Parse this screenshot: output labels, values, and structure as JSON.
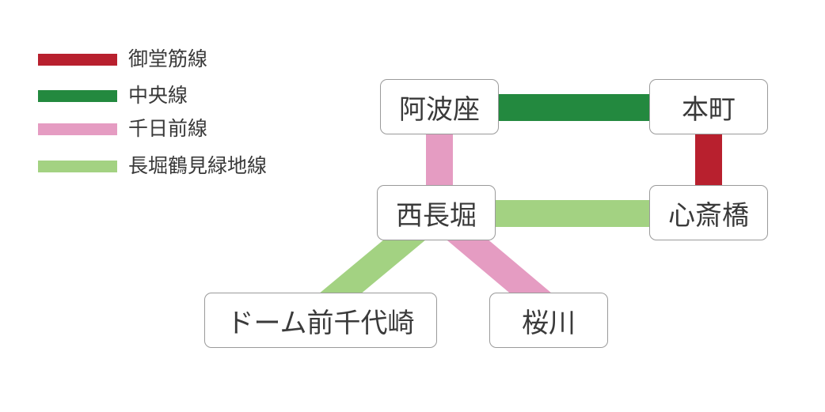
{
  "colors": {
    "midosuji": "#b8202e",
    "chuo": "#23893f",
    "sennichimae": "#e59cc2",
    "nagahori": "#a3d282",
    "station_border": "#9a9a9a",
    "text": "#3a3a3a"
  },
  "legend": [
    {
      "id": "midosuji",
      "label": "御堂筋線"
    },
    {
      "id": "chuo",
      "label": "中央線"
    },
    {
      "id": "sennichimae",
      "label": "千日前線"
    },
    {
      "id": "nagahori",
      "label": "長堀鶴見緑地線"
    }
  ],
  "stations": {
    "awaza": "阿波座",
    "hommachi": "本町",
    "nishinagahori": "西長堀",
    "shinsaibashi": "心斎橋",
    "dome": "ドーム前千代崎",
    "sakuragawa": "桜川"
  },
  "connections": [
    {
      "line": "chuo",
      "from": "awaza",
      "to": "hommachi"
    },
    {
      "line": "midosuji",
      "from": "hommachi",
      "to": "shinsaibashi"
    },
    {
      "line": "sennichimae",
      "from": "awaza",
      "to": "nishinagahori"
    },
    {
      "line": "nagahori",
      "from": "nishinagahori",
      "to": "shinsaibashi"
    },
    {
      "line": "nagahori",
      "from": "nishinagahori",
      "to": "dome"
    },
    {
      "line": "sennichimae",
      "from": "nishinagahori",
      "to": "sakuragawa"
    }
  ]
}
